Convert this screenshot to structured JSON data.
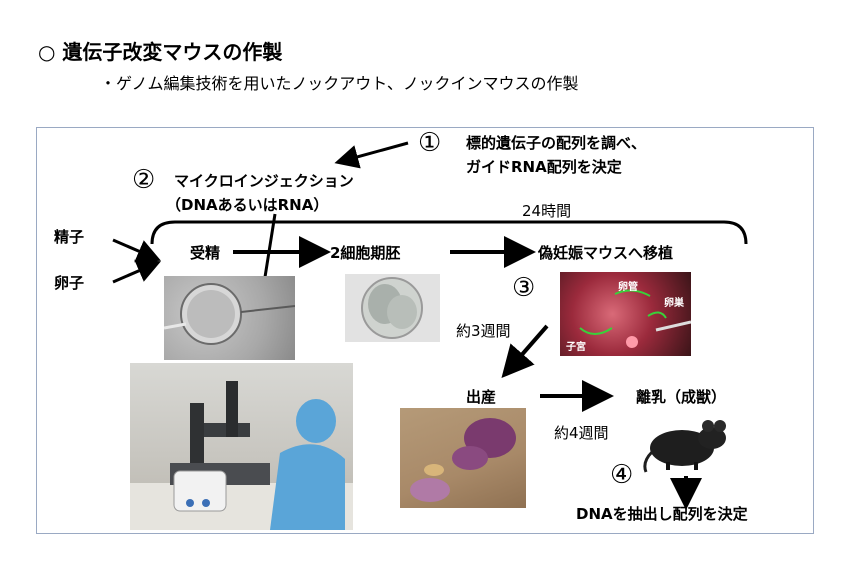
{
  "header": {
    "title": "○ 遺伝子改変マウスの作製",
    "subtitle": "・ゲノム編集技術を用いたノックアウト、ノックインマウスの作製"
  },
  "steps": {
    "s1_num": "①",
    "s1_line1": "標的遺伝子の配列を調べ、",
    "s1_line2": "ガイドRNA配列を決定",
    "s2_num": "②",
    "s2_line1": "マイクロインジェクション",
    "s2_line2": "（DNAあるいはRNA）",
    "s3_num": "③",
    "s4_num": "④",
    "s4_text": "DNAを抽出し配列を決定"
  },
  "labels": {
    "sperm": "精子",
    "egg": "卵子",
    "hours24": "24時間",
    "fertilization": "受精",
    "two_cell": "2細胞期胚",
    "transfer": "偽妊娠マウスへ移植",
    "oviduct": "卵管",
    "ovary": "卵巣",
    "uterus": "子宮",
    "weeks3": "約3週間",
    "birth": "出産",
    "weeks4": "約4週間",
    "weaning": "離乳（成獣）"
  }
}
